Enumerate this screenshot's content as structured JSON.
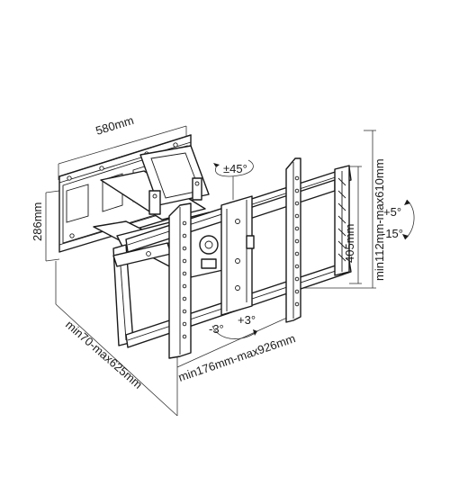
{
  "labels": {
    "width": "580mm",
    "height": "286mm",
    "depth": "min70-max625mm",
    "swivel": "±45°",
    "vesa_vertical": "405mm",
    "vertical_range": "min112mm-max610mm",
    "tilt_up": "+5°",
    "tilt_down": "-15°",
    "rotate_minus": "-3°",
    "rotate_plus": "+3°",
    "horizontal_range": "min176mm-max926mm"
  }
}
